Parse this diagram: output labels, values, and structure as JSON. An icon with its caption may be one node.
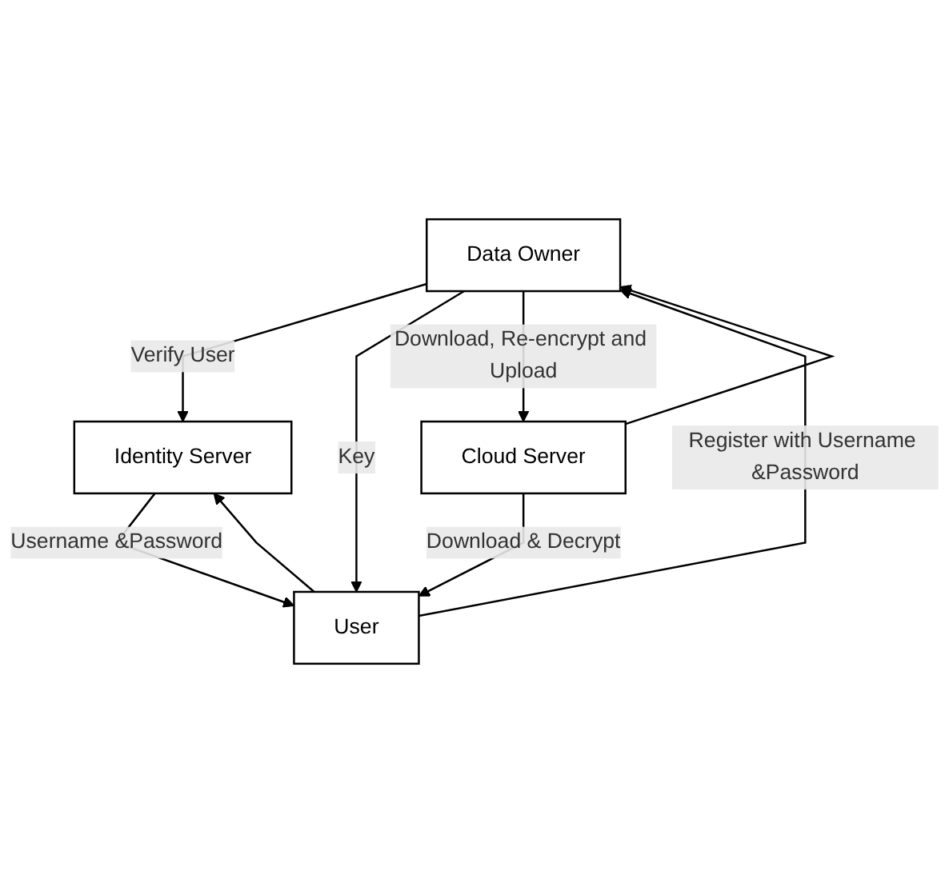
{
  "diagram": {
    "nodes": [
      {
        "text": [
          "Data Owner"
        ]
      },
      {
        "text": [
          "Identity Server"
        ]
      },
      {
        "text": [
          "User"
        ]
      },
      {
        "text": [
          "Cloud Server"
        ]
      }
    ],
    "edges": [
      {
        "from": 0,
        "to": 1,
        "arrow": "to",
        "label": "Verify User"
      },
      {
        "from": 2,
        "to": 0,
        "arrow": "to",
        "label": "Register with Username &Password"
      },
      {
        "from": 0,
        "to": 2,
        "arrow": "to",
        "label": "Key"
      },
      {
        "from": 2,
        "to": 1,
        "arrow": "to"
      },
      {
        "from": 1,
        "to": 2,
        "arrow": "to",
        "label": "Username &Password"
      },
      {
        "from": 3,
        "to": 2,
        "arrow": "to",
        "label": "Download & Decrypt"
      },
      {
        "from": 3,
        "to": 0,
        "arrow": "to"
      },
      {
        "from": 0,
        "to": 3,
        "arrow": "to",
        "label": "Download, Re-encrypt and Upload"
      }
    ]
  }
}
